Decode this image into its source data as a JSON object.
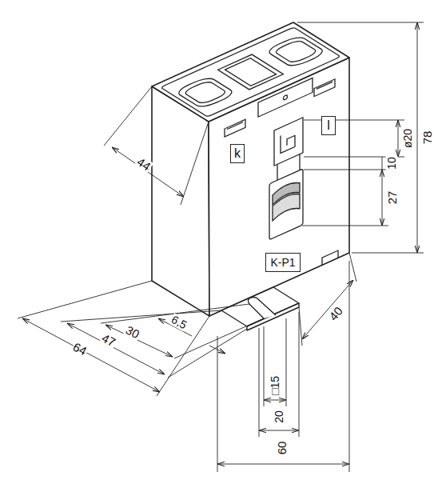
{
  "diagram": {
    "nodes": [
      {
        "text": [
          "k"
        ]
      },
      {
        "text": [
          "l"
        ]
      },
      {
        "text": [
          "K-P1"
        ]
      }
    ],
    "labels": [
      "44",
      "10",
      "ø20",
      "78",
      "27",
      "6,5",
      "30",
      "47",
      "64",
      "40",
      "□15",
      "20",
      "60"
    ]
  }
}
